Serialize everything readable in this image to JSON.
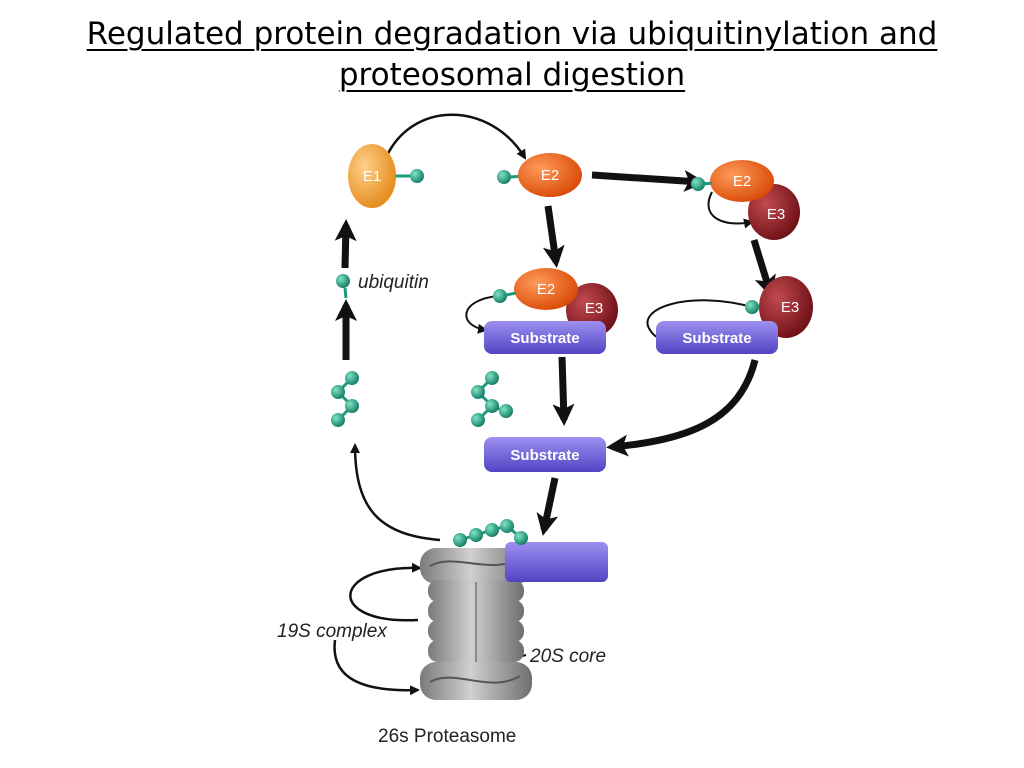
{
  "title": {
    "line1": "Regulated protein degradation via ubiquitinylation and",
    "line2": "proteosomal digestion"
  },
  "labels": {
    "e1": "E1",
    "e2_top": "E2",
    "e2_right": "E2",
    "e3_right": "E3",
    "e2_mid": "E2",
    "e3_mid": "E3",
    "e3_far": "E3",
    "substrate_mid": "Substrate",
    "substrate_right": "Substrate",
    "substrate_bottom": "Substrate",
    "ubiquitin": "ubiquitin",
    "complex_19s": "19S complex",
    "core_20s": "20S core",
    "proteasome_26s": "26s Proteasome"
  },
  "colors": {
    "e1": "#f5a235",
    "e2": "#ee5a12",
    "e3": "#8f1d24",
    "substrate": "#6a5ad6",
    "ubiquitin": "#1a9c7c",
    "arrow": "#111111",
    "proteasome": "#a8a8a8"
  }
}
